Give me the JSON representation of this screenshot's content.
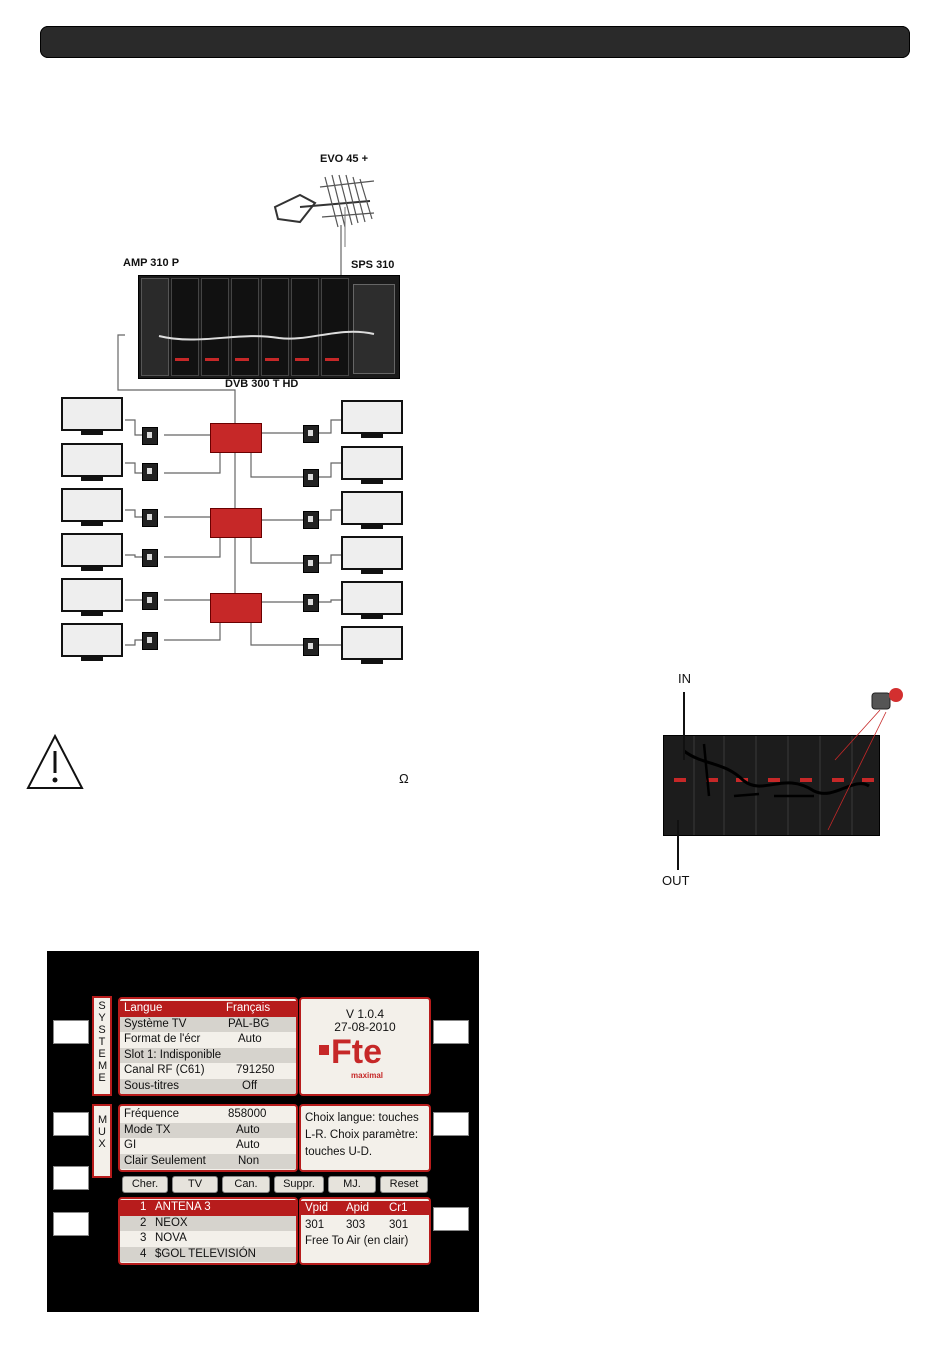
{
  "diagram": {
    "antenna_label": "EVO 45 +",
    "amp_label": "AMP 310 P",
    "sps_label": "SPS 310",
    "dvb_label": "DVB 300 T HD"
  },
  "warning": {
    "omega": "Ω"
  },
  "rack": {
    "in_label": "IN",
    "out_label": "OUT"
  },
  "osd": {
    "side_system": "SYSTEME",
    "side_mux": "MUX",
    "system_rows": [
      {
        "key": "Langue",
        "value": "Français"
      },
      {
        "key": "Système TV",
        "value": "PAL-BG"
      },
      {
        "key": "Format de l'écr",
        "value": "Auto"
      },
      {
        "key": "Slot 1: Indisponible",
        "value": ""
      },
      {
        "key": "Canal RF (C61)",
        "value": "791250"
      },
      {
        "key": "Sous-titres",
        "value": "Off"
      }
    ],
    "version": "V 1.0.4",
    "date": "27-08-2010",
    "logo_text": "Fte",
    "logo_sub": "maximal",
    "mux_rows": [
      {
        "key": "Fréquence",
        "value": "858000"
      },
      {
        "key": "Mode TX",
        "value": "Auto"
      },
      {
        "key": "GI",
        "value": "Auto"
      },
      {
        "key": "Clair Seulement",
        "value": "Non"
      }
    ],
    "help_lines": [
      "Choix langue: touches",
      "L-R. Choix paramètre:",
      "touches U-D."
    ],
    "buttons": [
      "Cher.",
      "TV",
      "Can.",
      "Suppr.",
      "MJ.",
      "Reset"
    ],
    "channels": [
      {
        "num": "1",
        "name": "ANTENA 3"
      },
      {
        "num": "2",
        "name": "NEOX"
      },
      {
        "num": "3",
        "name": "NOVA"
      },
      {
        "num": "4",
        "name": "$GOL TELEVISIÓN"
      }
    ],
    "pid_headers": [
      "Vpid",
      "Apid",
      "Cr1"
    ],
    "pid_values": [
      "301",
      "303",
      "301"
    ],
    "fta_text": "Free To Air (en clair)"
  }
}
